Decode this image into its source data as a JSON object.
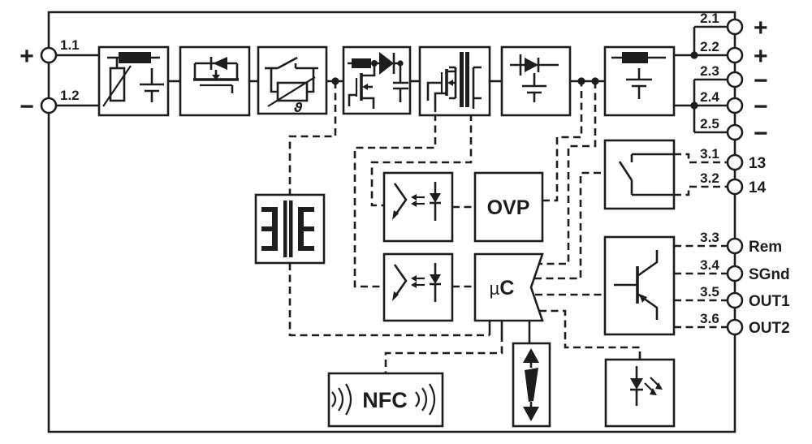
{
  "terminals": {
    "left": [
      {
        "id": "1.1",
        "sign": "+"
      },
      {
        "id": "1.2",
        "sign": "−"
      }
    ],
    "right_power": [
      {
        "id": "2.1",
        "sign": "+"
      },
      {
        "id": "2.2",
        "sign": "+"
      },
      {
        "id": "2.3",
        "sign": "−"
      },
      {
        "id": "2.4",
        "sign": "−"
      },
      {
        "id": "2.5",
        "sign": "−"
      }
    ],
    "right_signal": [
      {
        "id": "3.1",
        "name": "13"
      },
      {
        "id": "3.2",
        "name": "14"
      },
      {
        "id": "3.3",
        "name": "Rem"
      },
      {
        "id": "3.4",
        "name": "SGnd"
      },
      {
        "id": "3.5",
        "name": "OUT1"
      },
      {
        "id": "3.6",
        "name": "OUT2"
      }
    ]
  },
  "blocks": {
    "ovp": "OVP",
    "mcu_mu": "µ",
    "mcu_c": "C",
    "nfc": "NFC",
    "thermistor_theta": "ϑ"
  },
  "colors": {
    "line": "#1d1d1b",
    "background": "#ffffff"
  }
}
